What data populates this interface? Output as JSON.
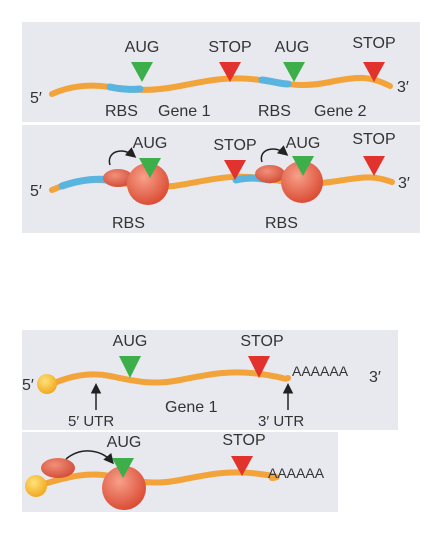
{
  "colors": {
    "panel": "#e8e8ef",
    "mrna": "#f2a43a",
    "rbs": "#5ab4e0",
    "start_marker": "#3cae4a",
    "stop_marker": "#e2322e",
    "ribosome": "#e4553c",
    "cap": "#f5c02a",
    "text": "#333333"
  },
  "prokaryote": {
    "top": {
      "five_prime": "5′",
      "three_prime": "3′",
      "start_1": "AUG",
      "stop_1": "STOP",
      "start_2": "AUG",
      "stop_2": "STOP",
      "rbs_1": "RBS",
      "gene_1": "Gene 1",
      "rbs_2": "RBS",
      "gene_2": "Gene 2"
    },
    "bottom": {
      "five_prime": "5′",
      "three_prime": "3′",
      "start_1": "AUG",
      "stop_1": "STOP",
      "start_2": "AUG",
      "stop_2": "STOP",
      "rbs_1": "RBS",
      "rbs_2": "RBS"
    }
  },
  "eukaryote": {
    "top": {
      "five_prime": "5′",
      "three_prime": "3′",
      "start": "AUG",
      "stop": "STOP",
      "poly_a": "AAAAAA",
      "utr_5": "5′ UTR",
      "gene": "Gene 1",
      "utr_3": "3′ UTR"
    },
    "bottom": {
      "start": "AUG",
      "stop": "STOP",
      "poly_a": "AAAAAA"
    }
  }
}
